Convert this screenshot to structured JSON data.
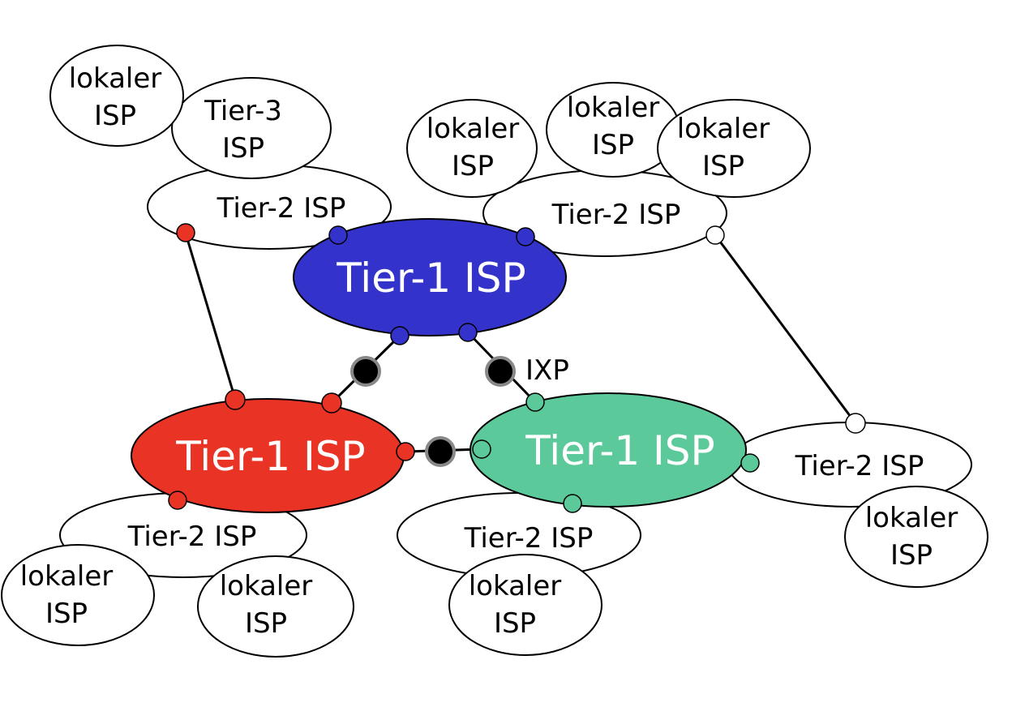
{
  "colors": {
    "tier1_blue": "#3333cc",
    "tier1_red": "#e83325",
    "tier1_green": "#5cc99b",
    "node_white": "#ffffff",
    "ixp_black": "#000000"
  },
  "labels": {
    "local_isp_line1": "lokaler",
    "local_isp_line2": "ISP",
    "tier3_line1": "Tier-3",
    "tier3_line2": "ISP",
    "tier2": "Tier-2 ISP",
    "tier1": "Tier-1 ISP",
    "ixp": "IXP"
  }
}
